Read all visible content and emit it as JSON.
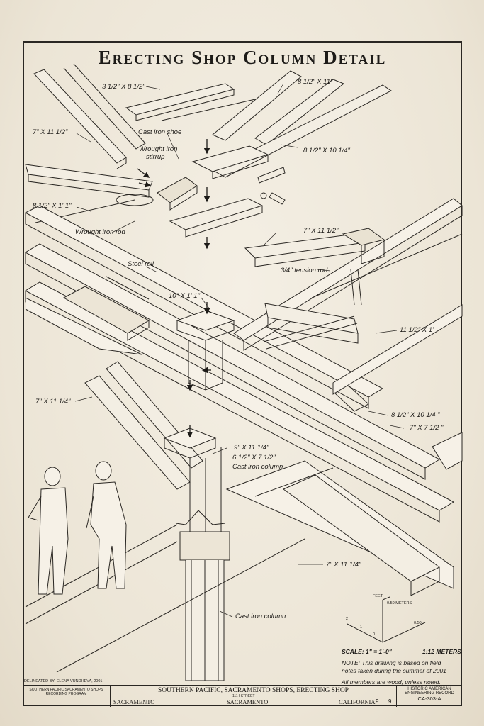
{
  "title": "Erecting Shop Column Detail",
  "labels": {
    "l1": "3 1/2\" X 8 1/2\"",
    "l2": "8 1/2\" X 11\"",
    "l3": "7\" X 11 1/2\"",
    "l4": "Cast iron shoe",
    "l5": "Wrought iron",
    "l6": "stirrup",
    "l7": "8 1/2\" X 10 1/4\"",
    "l8": "8 1/2\" X 1' 1\"",
    "l9": "Wrought iron rod",
    "l10": "7\" X 11 1/2\"",
    "l11": "Steel rail",
    "l12": "3/4\" tension rod",
    "l13": "10\" X 1' 1\"",
    "l14": "11 1/2\" X 1'",
    "l15": "7\" X 11 1/4\"",
    "l16": "8 1/2\" X 10 1/4 \"",
    "l17": "7\" X 7 1/2 \"",
    "l18": "9\" X 11 1/4\"",
    "l19": "6 1/2\" X 7 1/2\"",
    "l20": "Cast iron column",
    "l21": "7\" X 11 1/4\"",
    "l22": "Cast iron column"
  },
  "scale_diagram": {
    "feet_label": "FEET",
    "meters_label": "0.50 METERS",
    "n2": "2",
    "n1": "1",
    "n0": "0",
    "m050": "0.50"
  },
  "scale": {
    "feet": "SCALE: 1\" = 1'-0\"",
    "meters": "1:12 METERS"
  },
  "notes": {
    "n1": "NOTE: This drawing is based on field",
    "n2": "notes taken during the summer of 2001",
    "n3": "All members are wood, unless noted."
  },
  "title_block": {
    "delineated": "DELINEATED BY:  ELENA VUNDHEVA, 2001",
    "program_line1": "SOUTHERN PACIFIC SACRAMENTO SHOPS",
    "program_line2": "RECORDING PROGRAM",
    "main_title": "SOUTHERN PACIFIC, SACRAMENTO SHOPS, ERECTING SHOP",
    "city": "SACRAMENTO",
    "street": "111 I STREET",
    "county": "SACRAMENTO",
    "state": "CALIFORNIA",
    "sheet_no": "9",
    "sheet_of": "9",
    "record_line1": "HISTORIC AMERICAN",
    "record_line2": "ENGINEERING RECORD",
    "record_no": "CA-303-A"
  }
}
